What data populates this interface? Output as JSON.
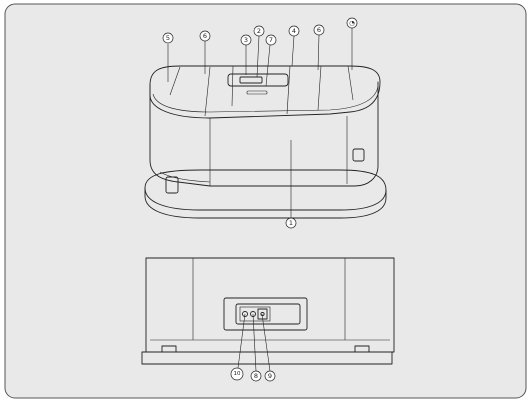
{
  "colors": {
    "panel_fill": "#e9e9e9",
    "panel_border": "#555555",
    "device_white": "#ffffff",
    "device_shade": "#dcdcdc",
    "line": "#222222"
  },
  "callouts": {
    "c1": "1",
    "c2": "2",
    "c3": "3",
    "c4": "4",
    "c5": "5",
    "c6a": "6",
    "c6b": "6",
    "c7": "7",
    "c8": "8",
    "c9": "9",
    "c10": "10",
    "c11": "◔"
  }
}
